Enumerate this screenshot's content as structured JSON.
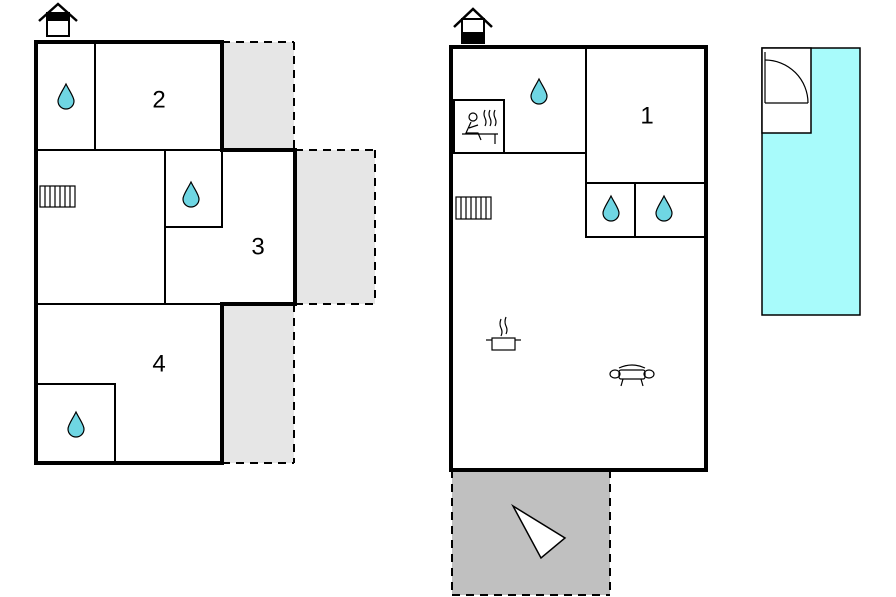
{
  "rooms": {
    "room_1": "1",
    "room_2": "2",
    "room_3": "3",
    "room_4": "4"
  },
  "icons": {
    "entrance": "house-entrance-icon",
    "bathroom": "water-drop-icon",
    "radiator": "radiator-icon",
    "sauna": "sauna-icon",
    "kitchen": "cooking-pot-icon",
    "living": "sofa-icon",
    "terrace": "sun-direction-icon",
    "pool": "pool"
  },
  "colors": {
    "wall": "#000000",
    "outdoor_area": "#e6e6e6",
    "terrace": "#c0c0c0",
    "pool_water": "#a8fbfb",
    "water_drop": "#6fd6e3"
  }
}
